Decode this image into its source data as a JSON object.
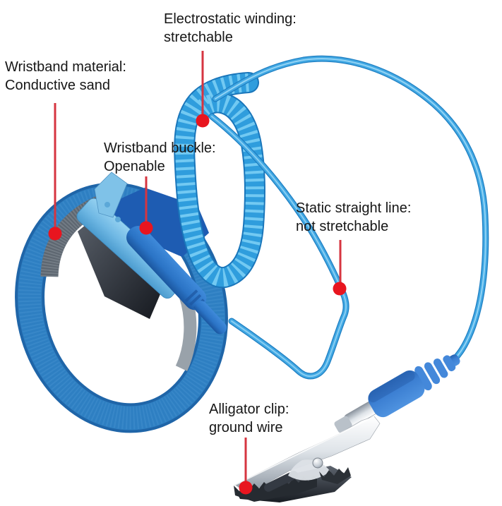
{
  "figure": {
    "type": "annotated-product-photo",
    "subject": "Anti-static ESD wrist strap with coiled grounding cord and alligator clip",
    "background": "#ffffff"
  },
  "labels": {
    "electrostatic_winding": {
      "line1": "Electrostatic winding:",
      "line2": "stretchable"
    },
    "wristband_material": {
      "line1": "Wristband material:",
      "line2": "Conductive sand"
    },
    "wristband_buckle": {
      "line1": "Wristband buckle:",
      "line2": "Openable"
    },
    "static_line": {
      "line1": "Static straight line:",
      "line2": "not stretchable"
    },
    "alligator_clip": {
      "line1": "Alligator clip:",
      "line2": "ground wire"
    }
  },
  "colors": {
    "label_text": "#161616",
    "leader_line": "#d63540",
    "leader_dot": "#e8151f",
    "cord_blue": "#41a8e3",
    "coil_blue": "#2f9ddd",
    "band_blue": "#2e7fc2",
    "band_mesh_gray": "#6e7882",
    "buckle_light_blue": "#7fc2e8",
    "connector_blue": "#2b74c6",
    "boot_blue": "#3c7fd2",
    "clip_chrome": "#c9d0d7"
  }
}
